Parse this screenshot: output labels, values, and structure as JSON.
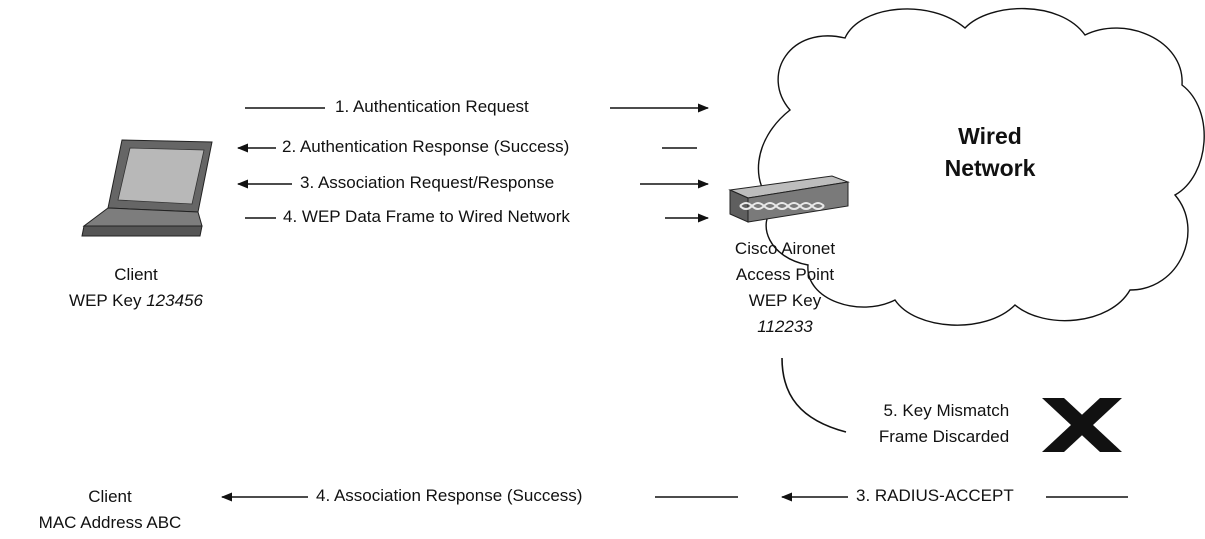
{
  "messages": {
    "m1": "1. Authentication Request",
    "m2": "2. Authentication Response (Success)",
    "m3": "3. Association Request/Response",
    "m4": "4. WEP Data Frame to Wired Network",
    "m5_line1": "5. Key Mismatch",
    "m5_line2": "Frame Discarded",
    "bottom_left": "4. Association Response (Success)",
    "bottom_right": "3. RADIUS-ACCEPT"
  },
  "client": {
    "title": "Client",
    "key_label": "WEP Key",
    "key_value": "123456"
  },
  "access_point": {
    "line1": "Cisco Aironet",
    "line2": "Access Point",
    "line3": "WEP Key",
    "key_value": "112233"
  },
  "cloud": {
    "line1": "Wired",
    "line2": "Network"
  },
  "bottom_client": {
    "title": "Client",
    "mac": "MAC Address ABC"
  },
  "icons": [
    "laptop-icon",
    "access-point-icon",
    "cloud-icon",
    "x-mark-icon"
  ],
  "colors": {
    "ink": "#111111",
    "laptop_body": "#8a8a8a",
    "ap_body": "#7a7a7a"
  }
}
